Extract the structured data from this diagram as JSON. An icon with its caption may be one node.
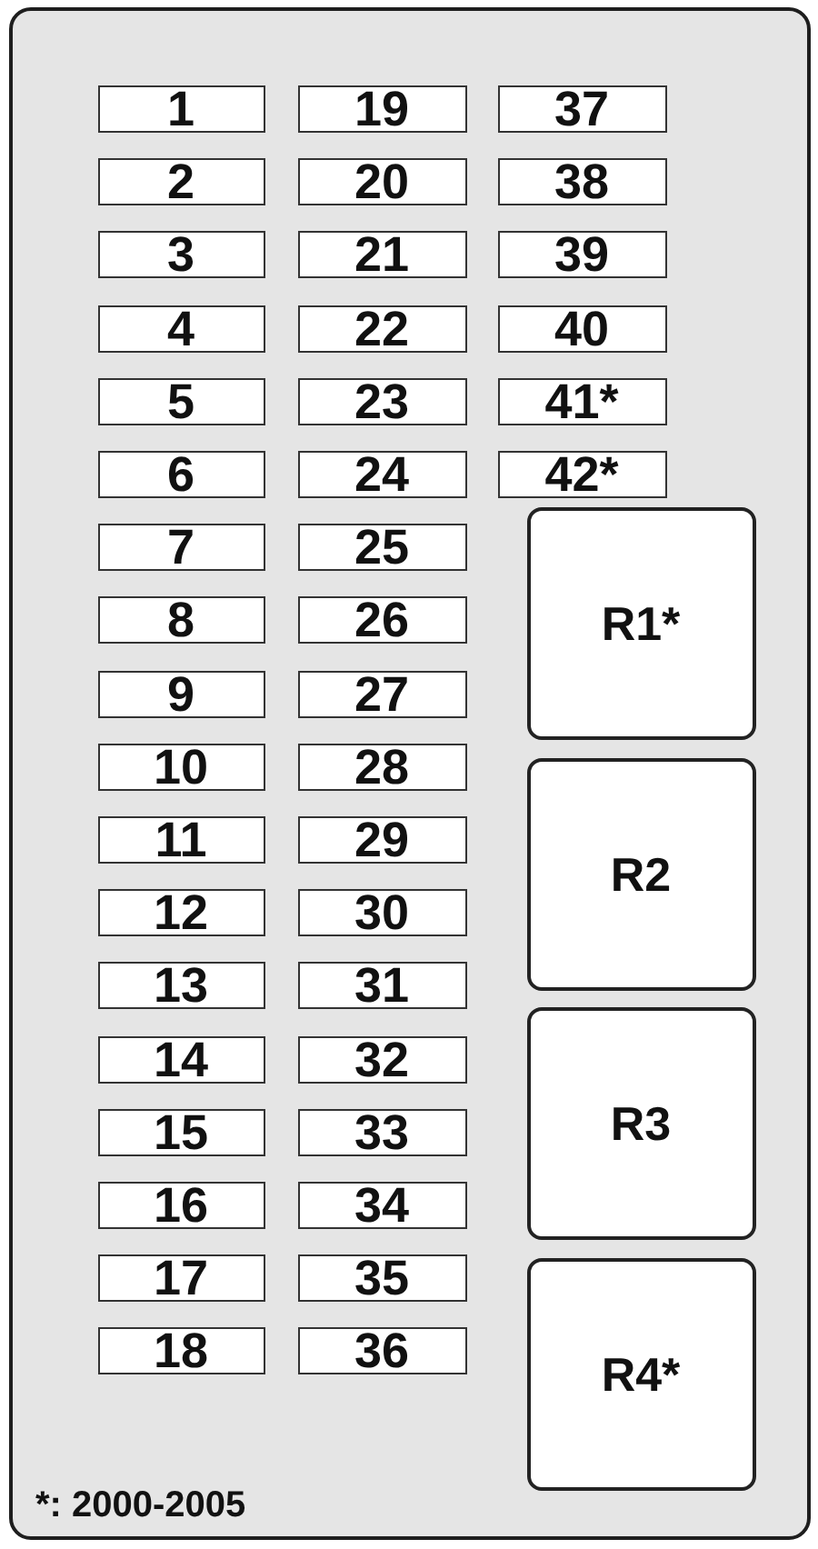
{
  "diagram": {
    "nodes": [
      {
        "text": [],
        "shape": "box"
      },
      {
        "text": [
          "1"
        ],
        "in": 0
      },
      {
        "text": [
          "2"
        ],
        "in": 0
      },
      {
        "text": [
          "3"
        ],
        "in": 0
      },
      {
        "text": [
          "4"
        ],
        "in": 0
      },
      {
        "text": [
          "5"
        ],
        "in": 0
      },
      {
        "text": [
          "6"
        ],
        "in": 0
      },
      {
        "text": [
          "7"
        ],
        "in": 0
      },
      {
        "text": [
          "8"
        ],
        "in": 0
      },
      {
        "text": [
          "9"
        ],
        "in": 0
      },
      {
        "text": [
          "10"
        ],
        "in": 0
      },
      {
        "text": [
          "11"
        ],
        "in": 0
      },
      {
        "text": [
          "12"
        ],
        "in": 0
      },
      {
        "text": [
          "13"
        ],
        "in": 0
      },
      {
        "text": [
          "14"
        ],
        "in": 0
      },
      {
        "text": [
          "15"
        ],
        "in": 0
      },
      {
        "text": [
          "16"
        ],
        "in": 0
      },
      {
        "text": [
          "17"
        ],
        "in": 0
      },
      {
        "text": [
          "18"
        ],
        "in": 0
      },
      {
        "text": [
          "19"
        ],
        "in": 0
      },
      {
        "text": [
          "20"
        ],
        "in": 0
      },
      {
        "text": [
          "21"
        ],
        "in": 0
      },
      {
        "text": [
          "22"
        ],
        "in": 0
      },
      {
        "text": [
          "23"
        ],
        "in": 0
      },
      {
        "text": [
          "24"
        ],
        "in": 0
      },
      {
        "text": [
          "25"
        ],
        "in": 0
      },
      {
        "text": [
          "26"
        ],
        "in": 0
      },
      {
        "text": [
          "27"
        ],
        "in": 0
      },
      {
        "text": [
          "28"
        ],
        "in": 0
      },
      {
        "text": [
          "29"
        ],
        "in": 0
      },
      {
        "text": [
          "30"
        ],
        "in": 0
      },
      {
        "text": [
          "31"
        ],
        "in": 0
      },
      {
        "text": [
          "32"
        ],
        "in": 0
      },
      {
        "text": [
          "33"
        ],
        "in": 0
      },
      {
        "text": [
          "34"
        ],
        "in": 0
      },
      {
        "text": [
          "35"
        ],
        "in": 0
      },
      {
        "text": [
          "36"
        ],
        "in": 0
      },
      {
        "text": [
          "37"
        ],
        "in": 0
      },
      {
        "text": [
          "38"
        ],
        "in": 0
      },
      {
        "text": [
          "39"
        ],
        "in": 0
      },
      {
        "text": [
          "40"
        ],
        "in": 0
      },
      {
        "text": [
          "41*"
        ],
        "in": 0
      },
      {
        "text": [
          "42*"
        ],
        "in": 0
      },
      {
        "text": [
          "R1*"
        ],
        "in": 0
      },
      {
        "text": [
          "R2"
        ],
        "in": 0
      },
      {
        "text": [
          "R3"
        ],
        "in": 0
      },
      {
        "text": [
          "R4*"
        ],
        "in": 0
      }
    ],
    "labels": [
      "*: 2000-2005"
    ]
  }
}
